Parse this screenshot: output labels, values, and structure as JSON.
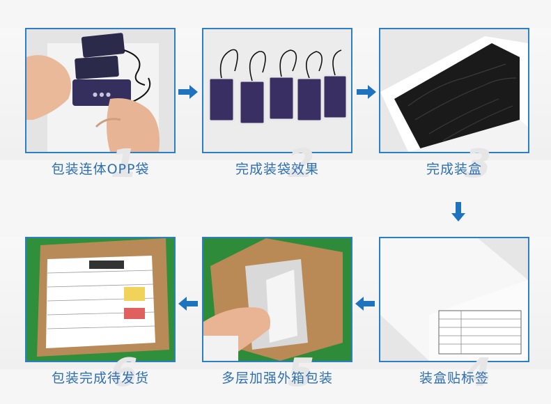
{
  "steps": [
    {
      "number": "1",
      "caption": "包装连体OPP袋"
    },
    {
      "number": "2",
      "caption": "完成装袋效果"
    },
    {
      "number": "3",
      "caption": "完成装盒"
    },
    {
      "number": "4",
      "caption": "装盒贴标签"
    },
    {
      "number": "5",
      "caption": "多层加强外箱包装"
    },
    {
      "number": "6",
      "caption": "包装完成待发货"
    }
  ],
  "colors": {
    "accent": "#2a7fc8",
    "caption": "#2f6fb3",
    "arrow": "#1e73be"
  },
  "arrow_icons": [
    "arrow-right-icon",
    "arrow-down-icon",
    "arrow-left-icon"
  ]
}
